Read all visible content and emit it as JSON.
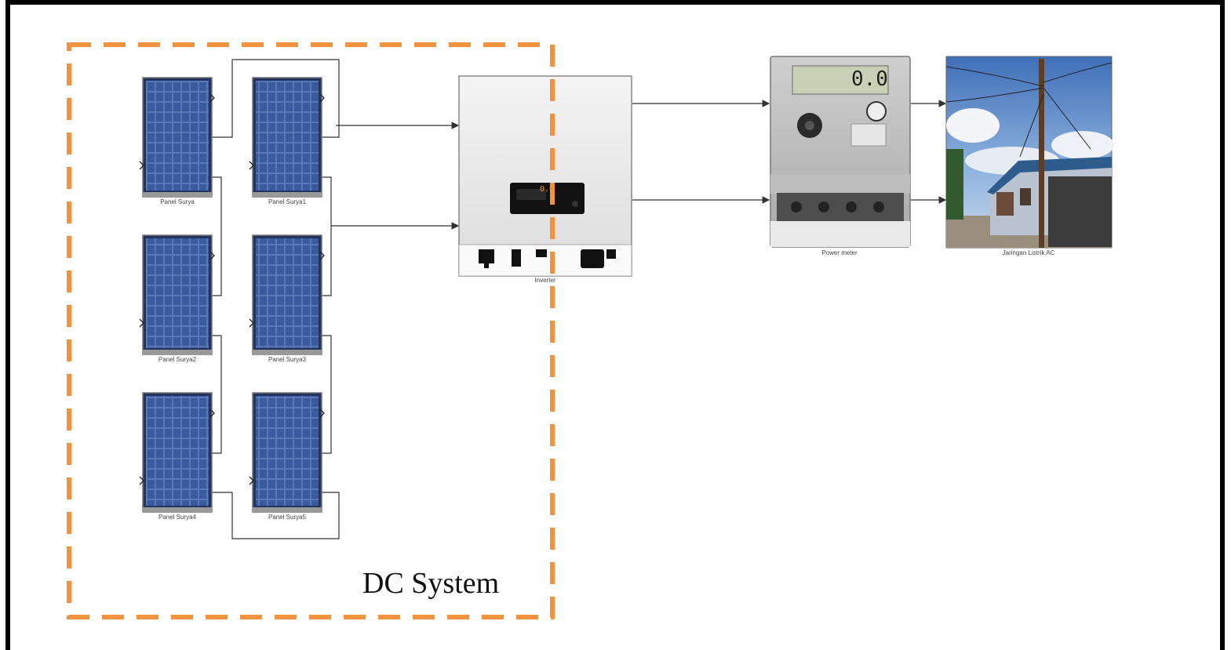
{
  "diagram": {
    "dc_region_label": "DC System",
    "panels": [
      {
        "id": "panel-1",
        "caption": "Panel Surya"
      },
      {
        "id": "panel-2",
        "caption": "Panel Surya1"
      },
      {
        "id": "panel-3",
        "caption": "Panel Surya2"
      },
      {
        "id": "panel-4",
        "caption": "Panel Surya3"
      },
      {
        "id": "panel-5",
        "caption": "Panel Surya4"
      },
      {
        "id": "panel-6",
        "caption": "Panel Surya5"
      }
    ],
    "inverter": {
      "caption": "Inverter",
      "display_text": "0.0"
    },
    "power_meter": {
      "caption": "Power meter",
      "display_text": "0.0"
    },
    "grid": {
      "caption": "Jaringan Listrik AC"
    },
    "colors": {
      "dashed_border": "#f0923e",
      "frame": "#000000",
      "panel_blue": "#3d5a9c",
      "panel_dark": "#23345f",
      "wire": "#333333"
    }
  }
}
